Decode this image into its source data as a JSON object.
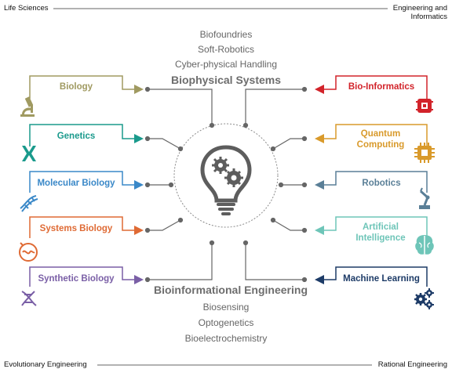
{
  "axis": {
    "top_left": "Life Sciences",
    "top_right": "Engineering and Informatics",
    "bottom_left": "Evolutionary Engineering",
    "bottom_right": "Rational Engineering"
  },
  "top": {
    "items": [
      "Biofoundries",
      "Soft-Robotics",
      "Cyber-physical Handling"
    ],
    "title": "Biophysical Systems"
  },
  "bottom": {
    "title": "Bioinformational Engineering",
    "items": [
      "Biosensing",
      "Optogenetics",
      "Bioelectrochemistry"
    ]
  },
  "left": [
    {
      "label": "Biology",
      "color": "#a09a61",
      "icon": "microscope-icon"
    },
    {
      "label": "Genetics",
      "color": "#1a9a8c",
      "icon": "chromosome-icon"
    },
    {
      "label": "Molecular Biology",
      "color": "#3a88c8",
      "icon": "dna-icon"
    },
    {
      "label": "Systems Biology",
      "color": "#df6a34",
      "icon": "cell-icon"
    },
    {
      "label": "Synthetic Biology",
      "color": "#7a5fa6",
      "icon": "synthetic-dna-icon"
    }
  ],
  "right": [
    {
      "label": "Bio-Informatics",
      "color": "#d2232a",
      "icon": "biochip-icon"
    },
    {
      "label": "Quantum Computing",
      "color": "#d99a2b",
      "icon": "processor-icon"
    },
    {
      "label": "Robotics",
      "color": "#5a7f97",
      "icon": "robot-arm-icon"
    },
    {
      "label": "Artificial Intelligence",
      "color": "#6ec5b8",
      "icon": "brain-icon"
    },
    {
      "label": "Machine Learning",
      "color": "#1d3b67",
      "icon": "gears-icon"
    }
  ],
  "center_icon": "lightbulb-gears-icon"
}
